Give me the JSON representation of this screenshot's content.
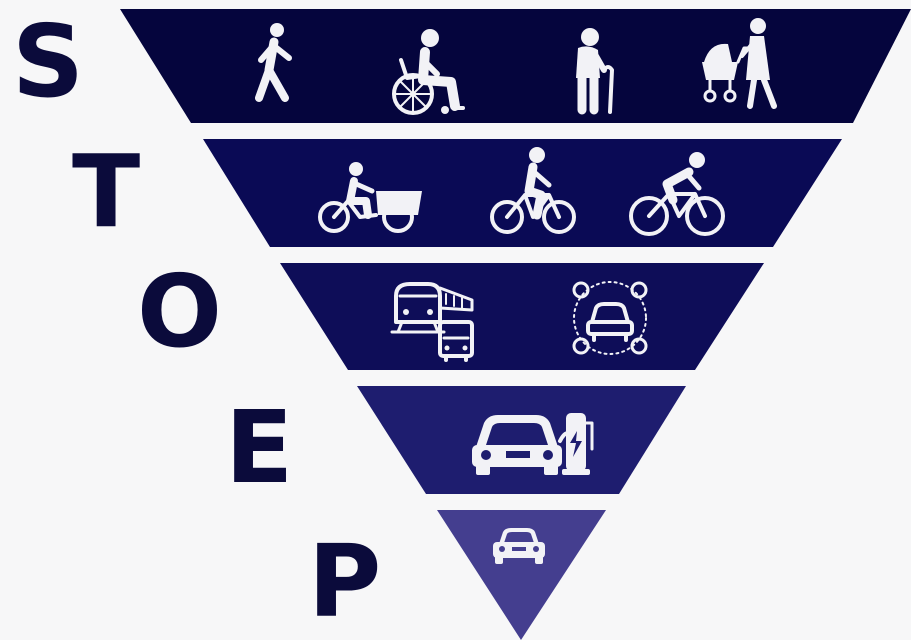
{
  "acronym": {
    "letters": [
      "S",
      "T",
      "O",
      "E",
      "P"
    ],
    "color": "#0b0b3b"
  },
  "tiers": [
    {
      "color": "#05053d",
      "icons": [
        "pedestrian-walking-icon",
        "wheelchair-user-icon",
        "elderly-with-cane-icon",
        "parent-with-stroller-icon"
      ]
    },
    {
      "color": "#0a0a55",
      "icons": [
        "cargo-bike-icon",
        "bicycle-icon",
        "speed-bicycle-icon"
      ]
    },
    {
      "color": "#0e0d58",
      "icons": [
        "train-and-bus-icon",
        "car-sharing-icon"
      ]
    },
    {
      "color": "#1e1d6f",
      "icons": [
        "electric-car-charging-icon"
      ]
    },
    {
      "color": "#443e8f",
      "icons": [
        "private-car-icon"
      ]
    }
  ]
}
